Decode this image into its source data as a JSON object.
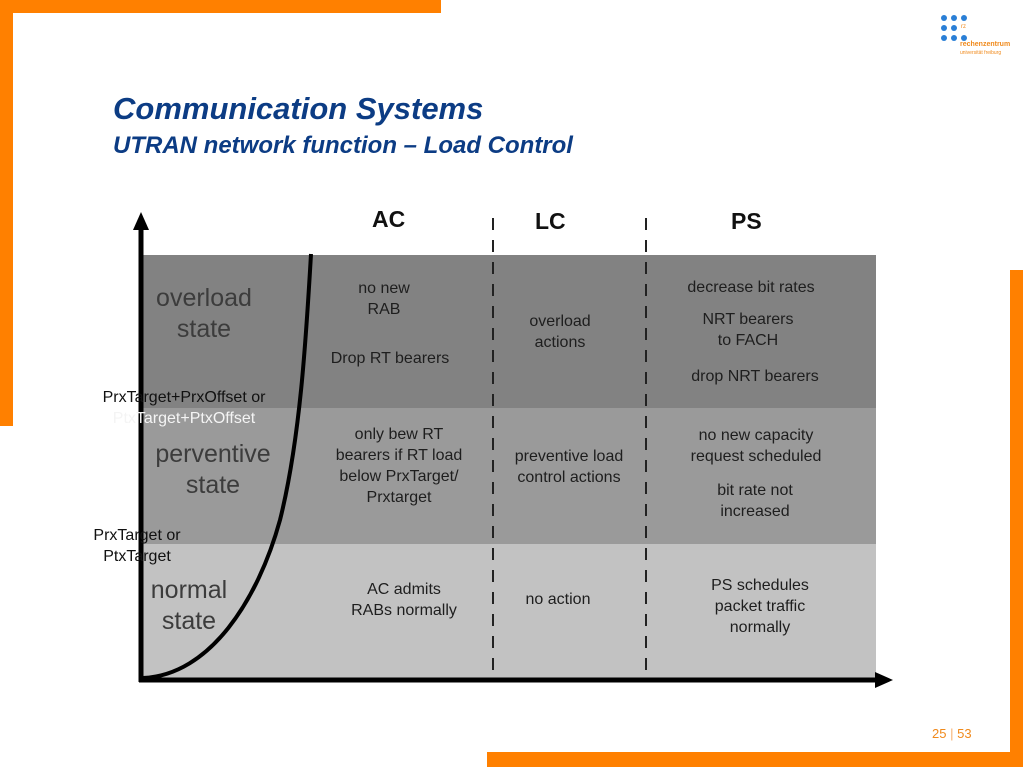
{
  "slide": {
    "title": "Communication Systems",
    "subtitle": "UTRAN network function – Load Control",
    "page_current": "25",
    "page_separator": "|",
    "page_total": "53"
  },
  "logo": {
    "abbreviation": "rz",
    "name": "rechenzentrum",
    "institution": "universität freiburg"
  },
  "colors": {
    "accent_orange": "#ff8000",
    "title_blue": "#0c3c84",
    "overload_band": "#828282",
    "preventive_band": "#9a9a9a",
    "normal_band": "#c2c2c2"
  },
  "diagram": {
    "columns": [
      {
        "id": "ac",
        "label": "AC"
      },
      {
        "id": "lc",
        "label": "LC"
      },
      {
        "id": "ps",
        "label": "PS"
      }
    ],
    "thresholds": {
      "upper": {
        "line1": "PrxTarget+PrxOffset or",
        "line2": "PtxTarget+PtxOffset"
      },
      "lower": {
        "line1": "PrxTarget or",
        "line2": "PtxTarget"
      }
    },
    "rows": [
      {
        "id": "overload",
        "state": {
          "line1": "overload",
          "line2": "state"
        },
        "ac": [
          {
            "lines": [
              "no new",
              "RAB"
            ]
          },
          {
            "lines": [
              "Drop RT bearers"
            ]
          }
        ],
        "lc": [
          {
            "lines": [
              "overload",
              "actions"
            ]
          }
        ],
        "ps": [
          {
            "lines": [
              "decrease bit rates"
            ]
          },
          {
            "lines": [
              "NRT bearers",
              "to FACH"
            ]
          },
          {
            "lines": [
              "drop NRT bearers"
            ]
          }
        ]
      },
      {
        "id": "preventive",
        "state": {
          "line1": "perventive",
          "line2": "state"
        },
        "ac": [
          {
            "lines": [
              "only bew RT",
              "bearers if RT load",
              "below PrxTarget/",
              "Prxtarget"
            ]
          }
        ],
        "lc": [
          {
            "lines": [
              "preventive load",
              "control actions"
            ]
          }
        ],
        "ps": [
          {
            "lines": [
              "no new capacity",
              "request scheduled"
            ]
          },
          {
            "lines": [
              "bit rate not",
              "increased"
            ]
          }
        ]
      },
      {
        "id": "normal",
        "state": {
          "line1": "normal",
          "line2": "state"
        },
        "ac": [
          {
            "lines": [
              "AC admits",
              "RABs normally"
            ]
          }
        ],
        "lc": [
          {
            "lines": [
              "no action"
            ]
          }
        ],
        "ps": [
          {
            "lines": [
              "PS schedules",
              "packet traffic",
              "normally"
            ]
          }
        ]
      }
    ]
  }
}
